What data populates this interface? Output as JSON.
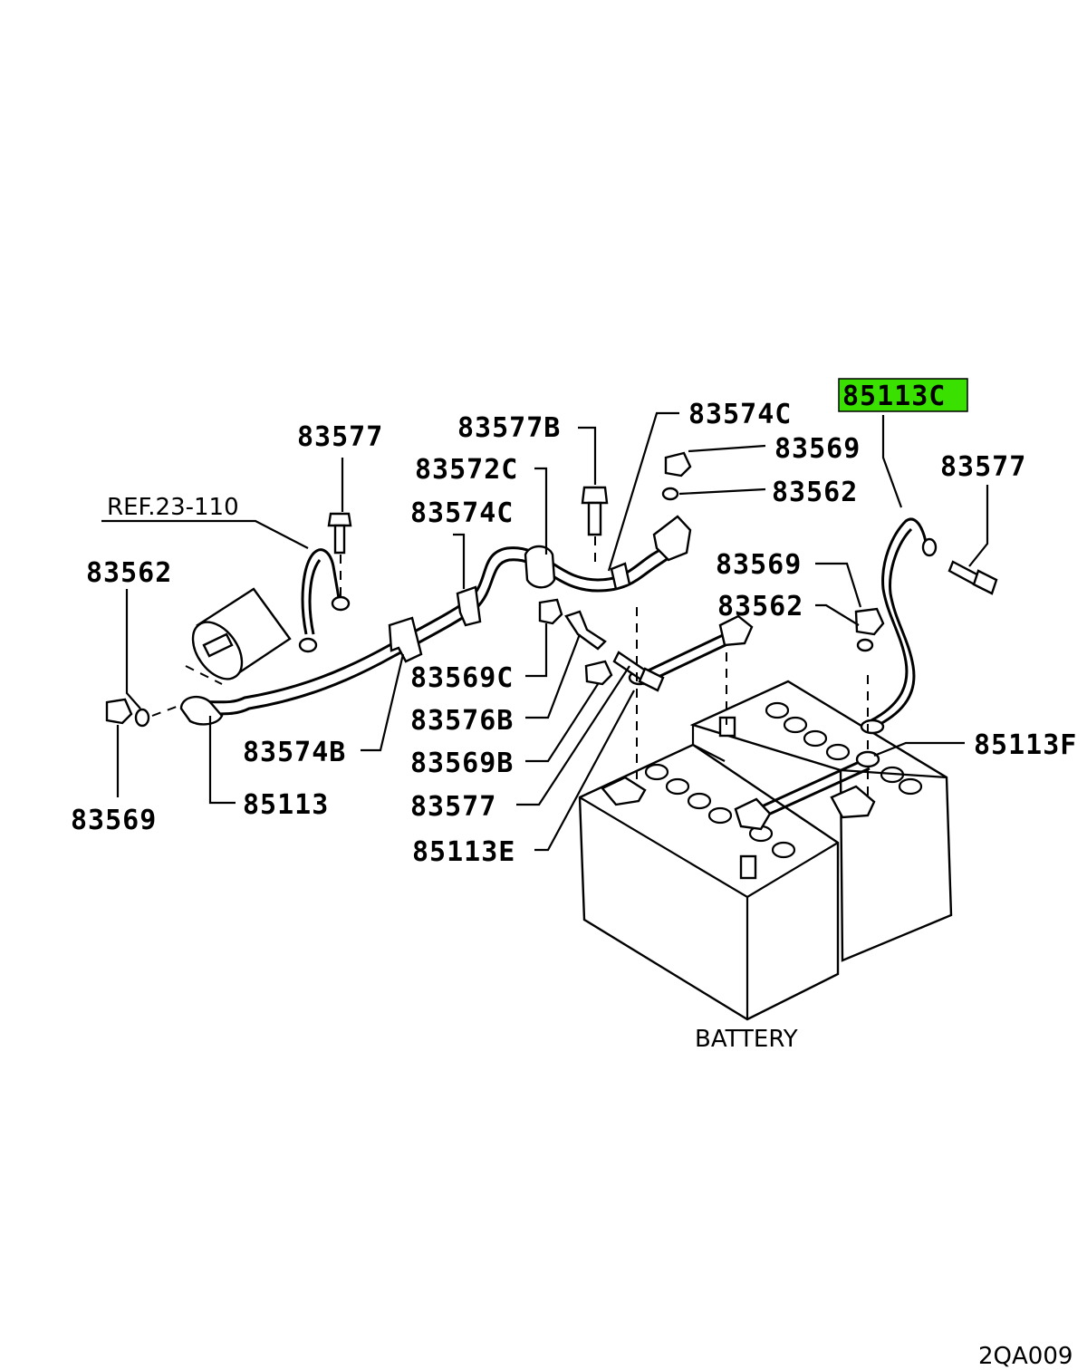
{
  "diagram": {
    "highlight_color": "#39e000",
    "part_labels": {
      "p85113c": "85113C",
      "p83577_top": "83577",
      "p83577b": "83577B",
      "p83574c_top": "83574C",
      "p83569_top": "83569",
      "p83562_top": "83562",
      "p83577_right": "83577",
      "p83572c": "83572C",
      "p83574c_mid": "83574C",
      "ref": "REF.23-110",
      "p83562_left": "83562",
      "p83569_right": "83569",
      "p83562_right": "83562",
      "p83569c": "83569C",
      "p83576b": "83576B",
      "p83574b": "83574B",
      "p83569b": "83569B",
      "p85113f": "85113F",
      "p85113": "85113",
      "p83577_low": "83577",
      "p83569_left": "83569",
      "p85113e": "85113E",
      "battery": "BATTERY"
    },
    "figure_code": "2QA009"
  }
}
